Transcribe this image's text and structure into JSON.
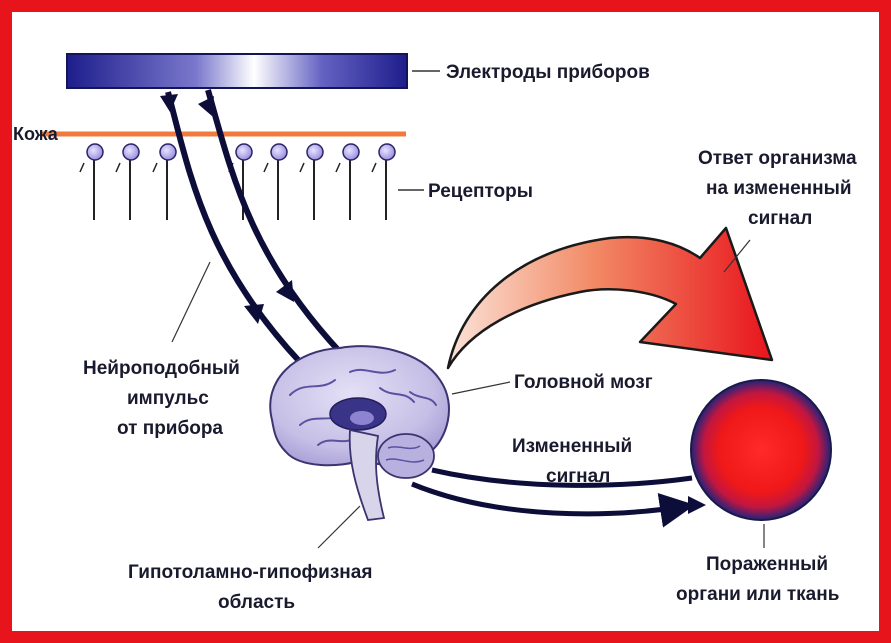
{
  "labels": {
    "electrodes": "Электроды приборов",
    "skin": "Кожа",
    "receptors": "Рецепторы",
    "response_line1": "Ответ организма",
    "response_line2": "на измененный",
    "response_line3": "сигнал",
    "impulse_line1": "Нейроподобный",
    "impulse_line2": "импульс",
    "impulse_line3": "от прибора",
    "brain": "Головной мозг",
    "changed_line1": "Измененный",
    "changed_line2": "сигнал",
    "hypothalamus_line1": "Гипотоламно-гипофизная",
    "hypothalamus_line2": "область",
    "organ_line1": "Пораженный",
    "organ_line2": "органи или ткань"
  },
  "colors": {
    "frame": "#e8141c",
    "electrode_dark": "#1e1e8c",
    "skin": "#f07a3c",
    "receptor": "#b8aee8",
    "arrow_dark": "#0d0d3a",
    "response_arrow_start": "#fbe3d8",
    "response_arrow_end": "#e8141c",
    "organ_center": "#ff1a1a",
    "organ_rim": "#23237a"
  },
  "icons": {
    "brain": "brain-illustration",
    "organ": "organ-sphere"
  }
}
